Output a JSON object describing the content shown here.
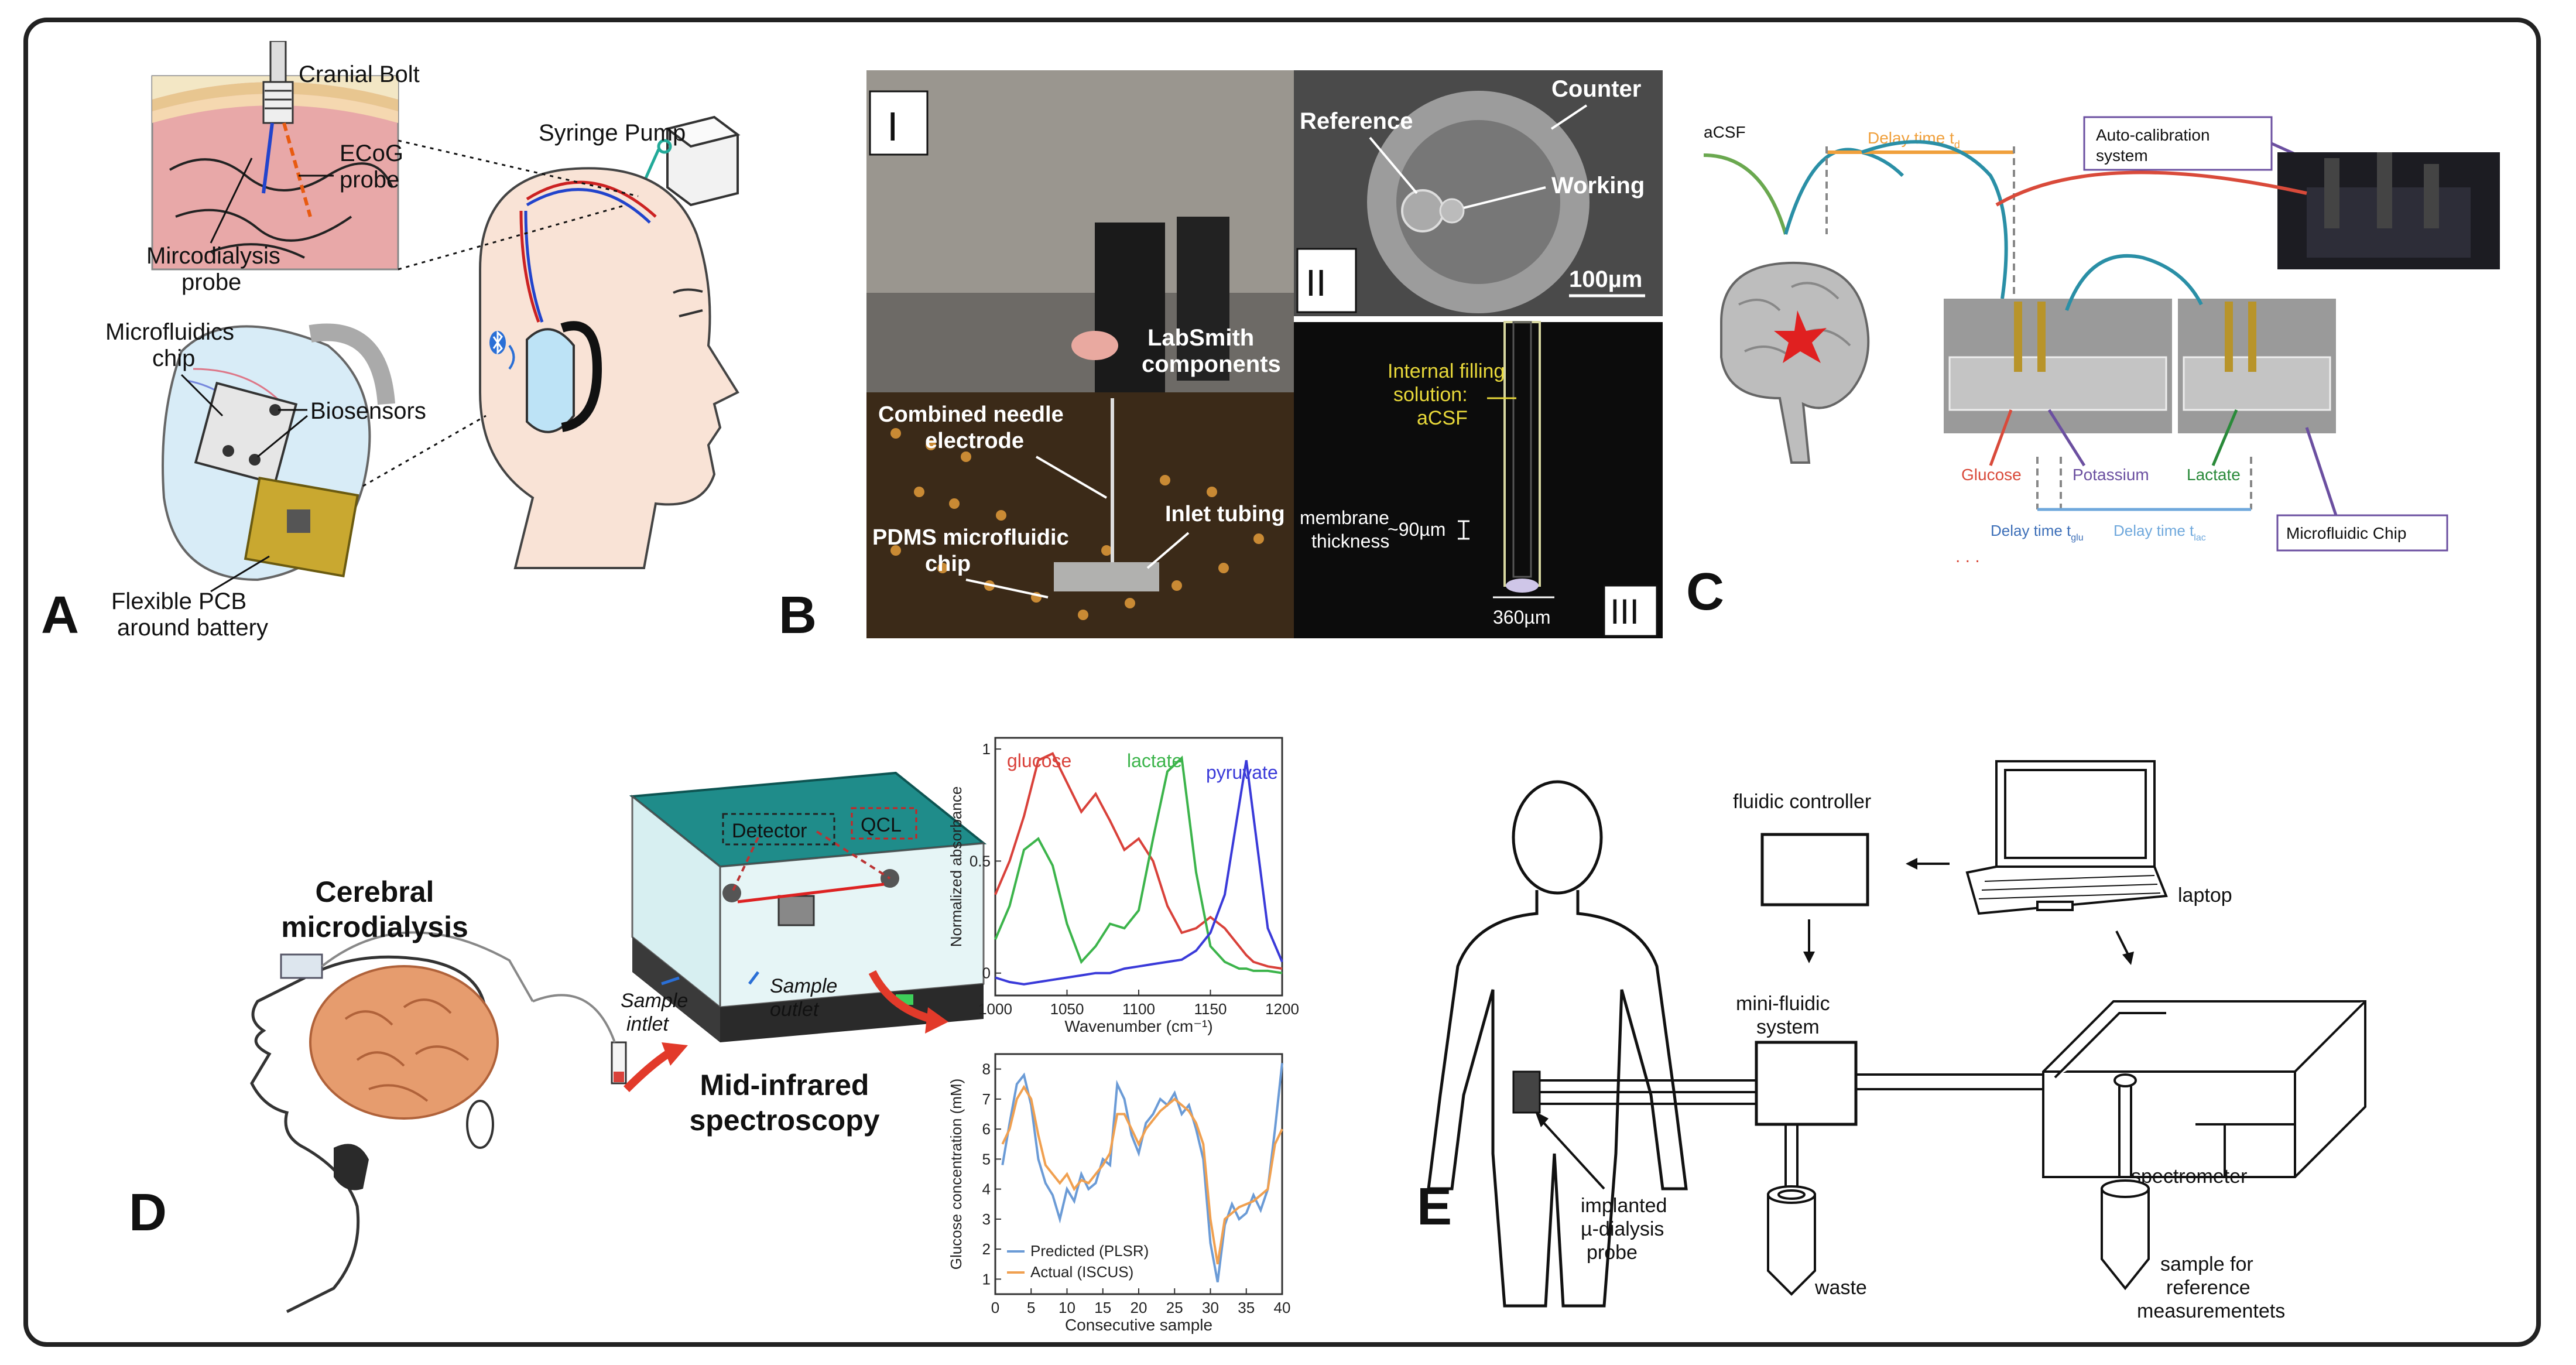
{
  "panels": {
    "A": {
      "letter": "A",
      "labels": {
        "cranial_bolt": "Cranial Bolt",
        "syringe_pump": "Syringe Pump",
        "ecog": "ECoG",
        "probe": "probe",
        "microdialysis": "Mircodialysis",
        "microdialysis_probe": "probe",
        "microfluidics": "Microfluidics",
        "chip": "chip",
        "biosensors": "Biosensors",
        "flexible_pcb": "Flexible PCB",
        "around_battery": "around battery"
      },
      "icons": [
        "bluetooth-icon"
      ]
    },
    "B": {
      "letter": "B",
      "sub_I": {
        "numeral": "I",
        "labels": {
          "labsmith": "LabSmith",
          "components": "components",
          "combined_needle": "Combined needle",
          "electrode": "electrode",
          "inlet_tubing": "Inlet tubing",
          "pdms": "PDMS microfluidic",
          "chip": "chip"
        }
      },
      "sub_II": {
        "numeral": "II",
        "labels": {
          "counter": "Counter",
          "reference": "Reference",
          "working": "Working",
          "scale": "100µm"
        }
      },
      "sub_III": {
        "numeral": "III",
        "labels": {
          "internal": "Internal filling",
          "solution": "solution:",
          "acsf": "aCSF",
          "membrane": "membrane",
          "thickness": "thickness",
          "thickness_value": "~90µm",
          "width": "360µm"
        }
      }
    },
    "C": {
      "letter": "C",
      "labels": {
        "acsf": "aCSF",
        "delay": "Delay time t",
        "delay_sub": "d",
        "autocal_1": "Auto-calibration",
        "autocal_2": "system",
        "glucose": "Glucose",
        "potassium": "Potassium",
        "lactate": "Lactate",
        "delay_glu": "Delay time t",
        "delay_glu_sub": "glu",
        "delay_lac": "Delay time t",
        "delay_lac_sub": "lac",
        "microfluidic_chip": "Microfluidic Chip",
        "dots": ". . ."
      },
      "colors": {
        "orange": "#f0a03c",
        "teal": "#2a8fa6",
        "red": "#d94a3a",
        "purple": "#6b4fa0",
        "green": "#6aa84f",
        "lightblue": "#6fa8dc"
      }
    },
    "D": {
      "letter": "D",
      "labels": {
        "cerebral": "Cerebral",
        "microdialysis": "microdialysis",
        "sample_inlet_1": "Sample",
        "sample_inlet_2": "intlet",
        "sample_outlet_1": "Sample",
        "sample_outlet_2": "outlet",
        "midir_1": "Mid-infrared",
        "midir_2": "spectroscopy",
        "detector": "Detector",
        "qcl": "QCL"
      }
    },
    "E": {
      "letter": "E",
      "labels": {
        "fluidic_controller": "fluidic controller",
        "laptop": "laptop",
        "minifluidic_1": "mini-fluidic",
        "minifluidic_2": "system",
        "spectrometer": "spectrometer",
        "implanted_1": "implanted",
        "implanted_2": "µ-dialysis",
        "implanted_3": "probe",
        "waste": "waste",
        "sample_1": "sample for",
        "sample_2": "reference",
        "sample_3": "measurementets"
      }
    }
  },
  "chart_data": [
    {
      "type": "line",
      "ylabel": "Normalized absorbance",
      "xlabel": "Wavenumber (cm⁻¹)",
      "xlim": [
        1000,
        1200
      ],
      "ylim": [
        -0.1,
        1.05
      ],
      "xticks": [
        "1000",
        "1050",
        "1100",
        "1150",
        "1200"
      ],
      "yticks": [
        "0",
        "0.5",
        "1"
      ],
      "x": [
        1000,
        1010,
        1020,
        1030,
        1040,
        1050,
        1060,
        1070,
        1080,
        1090,
        1100,
        1110,
        1120,
        1130,
        1140,
        1150,
        1160,
        1170,
        1175,
        1180,
        1190,
        1200
      ],
      "series": [
        {
          "name": "glucose",
          "color": "#d9413a",
          "values": [
            0.35,
            0.5,
            0.7,
            0.95,
            0.98,
            0.85,
            0.72,
            0.8,
            0.68,
            0.55,
            0.6,
            0.5,
            0.3,
            0.18,
            0.2,
            0.25,
            0.2,
            0.12,
            0.08,
            0.05,
            0.03,
            0.02
          ]
        },
        {
          "name": "lactate",
          "color": "#3cb44b",
          "values": [
            0.15,
            0.3,
            0.55,
            0.6,
            0.48,
            0.22,
            0.05,
            0.12,
            0.22,
            0.2,
            0.28,
            0.6,
            0.9,
            0.96,
            0.45,
            0.12,
            0.05,
            0.02,
            0.02,
            0.01,
            0.01,
            0.0
          ]
        },
        {
          "name": "pyruvate",
          "color": "#3a3ad9",
          "values": [
            -0.02,
            -0.04,
            -0.05,
            -0.04,
            -0.03,
            -0.02,
            -0.01,
            0.0,
            0.0,
            0.02,
            0.03,
            0.04,
            0.05,
            0.06,
            0.1,
            0.18,
            0.35,
            0.75,
            0.95,
            0.7,
            0.2,
            0.05
          ]
        }
      ]
    },
    {
      "type": "line",
      "ylabel": "Glucose concentration (mM)",
      "xlabel": "Consecutive sample",
      "xlim": [
        0,
        40
      ],
      "ylim": [
        0.5,
        8.5
      ],
      "xticks": [
        "0",
        "5",
        "10",
        "15",
        "20",
        "25",
        "30",
        "35",
        "40"
      ],
      "yticks": [
        "1",
        "2",
        "3",
        "4",
        "5",
        "6",
        "7",
        "8"
      ],
      "x": [
        1,
        2,
        3,
        4,
        5,
        6,
        7,
        8,
        9,
        10,
        11,
        12,
        13,
        14,
        15,
        16,
        17,
        18,
        19,
        20,
        21,
        22,
        23,
        24,
        25,
        26,
        27,
        28,
        29,
        30,
        31,
        32,
        33,
        34,
        35,
        36,
        37,
        38,
        39,
        40
      ],
      "series": [
        {
          "name": "Predicted (PLSR)",
          "color": "#6b9bd6",
          "values": [
            4.8,
            6.2,
            7.5,
            7.8,
            6.8,
            5.0,
            4.2,
            3.8,
            3.0,
            4.0,
            3.6,
            4.5,
            4.0,
            4.2,
            5.0,
            4.8,
            7.5,
            7.0,
            5.8,
            5.2,
            6.2,
            6.5,
            7.0,
            6.8,
            7.2,
            6.5,
            6.8,
            6.0,
            5.0,
            2.2,
            0.9,
            2.8,
            3.5,
            3.0,
            3.2,
            3.8,
            3.3,
            4.0,
            6.0,
            8.2
          ]
        },
        {
          "name": "Actual (ISCUS)",
          "color": "#f0a050",
          "values": [
            5.5,
            6.0,
            7.0,
            7.4,
            7.0,
            5.8,
            4.8,
            4.5,
            4.2,
            4.5,
            4.0,
            4.3,
            4.2,
            4.5,
            4.8,
            5.2,
            6.5,
            6.5,
            6.0,
            5.5,
            6.0,
            6.3,
            6.6,
            6.8,
            7.0,
            6.8,
            6.6,
            6.2,
            5.5,
            3.0,
            1.5,
            3.0,
            3.2,
            3.4,
            3.5,
            3.6,
            3.8,
            4.0,
            5.5,
            6.0
          ]
        }
      ]
    }
  ]
}
